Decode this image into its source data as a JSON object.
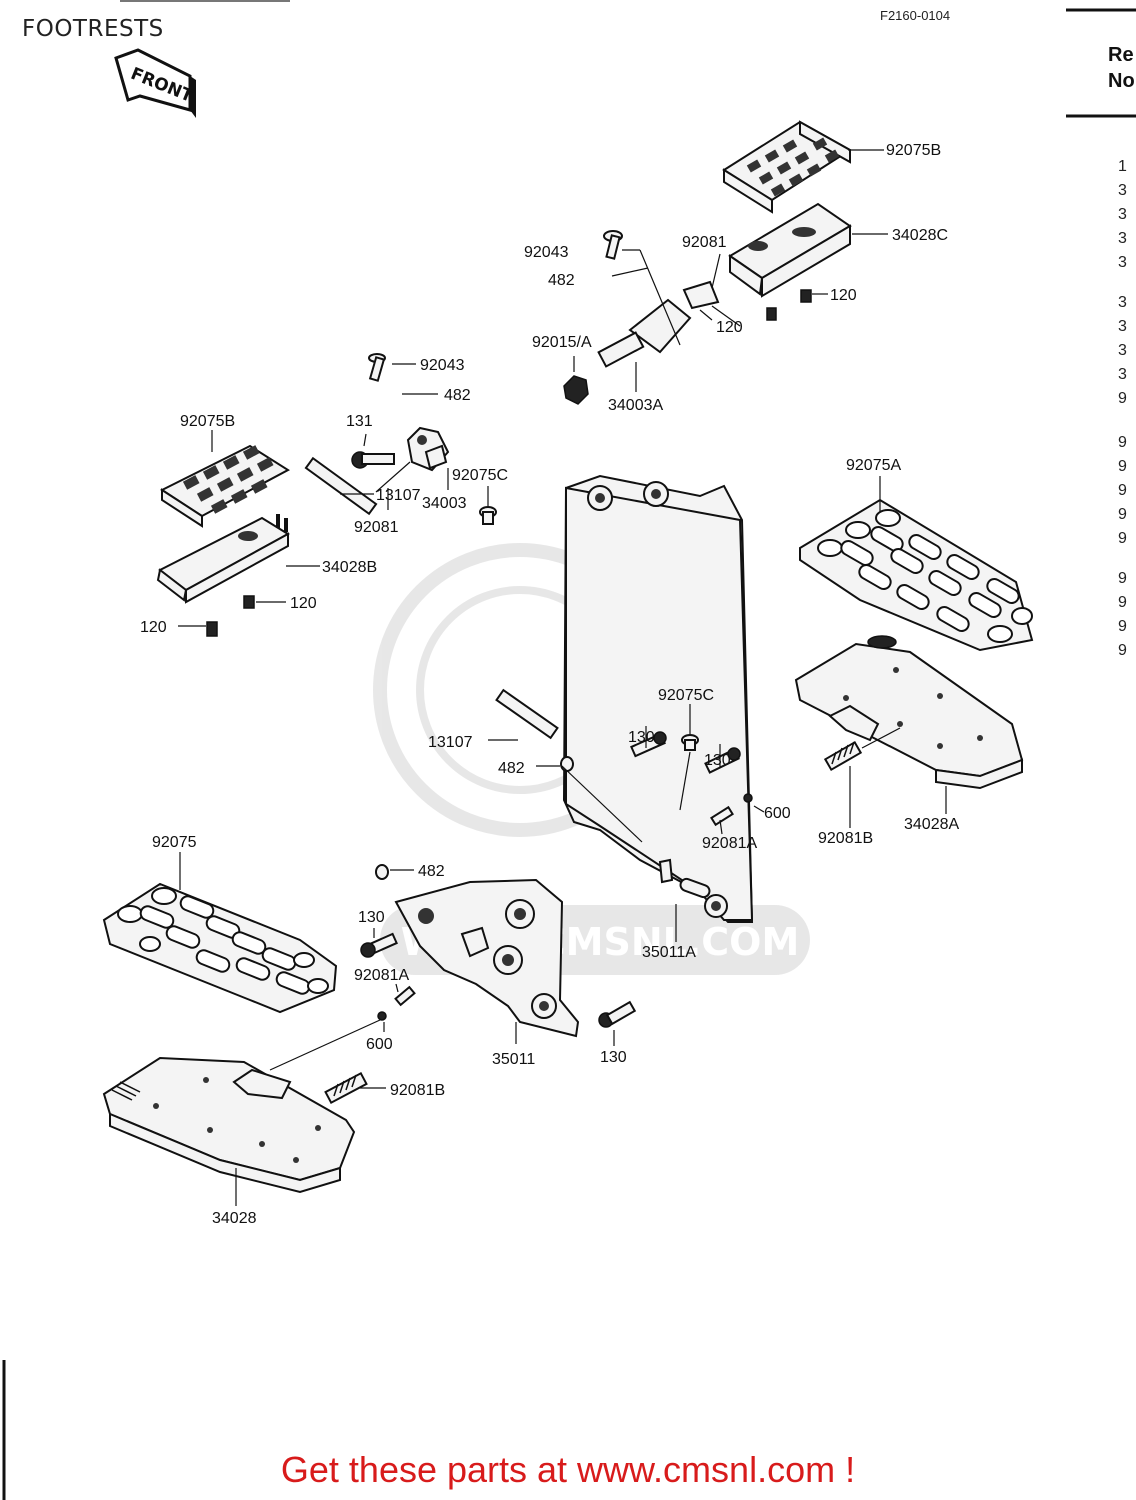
{
  "header": {
    "title": "FOOTRESTS",
    "figure_code": "F2160-0104",
    "front_label": "FRONT"
  },
  "ref_panel": {
    "heading_line1": "Re",
    "heading_line2": "No",
    "rows": [
      "1",
      "3",
      "3",
      "3",
      "3",
      "3",
      "3",
      "3",
      "3",
      "9",
      "9",
      "9",
      "9",
      "9",
      "9",
      "9",
      "9",
      "9",
      "9"
    ]
  },
  "callouts": {
    "p92075B_top": "92075B",
    "p34028C": "34028C",
    "p92043_top": "92043",
    "p92081_top": "92081",
    "p482_top": "482",
    "p120_a": "120",
    "p120_b": "120",
    "p92015A": "92015/A",
    "p34003A": "34003A",
    "p92043_mid": "92043",
    "p482_mid": "482",
    "p131": "131",
    "p92075B_left": "92075B",
    "p34003": "34003",
    "p92081_mid": "92081",
    "p34028B": "34028B",
    "p120_c": "120",
    "p120_d": "120",
    "p92075A": "92075A",
    "p92075C_right": "92075C",
    "p13107_right": "13107",
    "p130_a": "130",
    "p482_right": "482",
    "p130_b": "130",
    "p600_right": "600",
    "p92081A_right": "92081A",
    "p92081B_right": "92081B",
    "p34028A": "34028A",
    "p35011A": "35011A",
    "p13107_left": "13107",
    "p92075C_left": "92075C",
    "p92075": "92075",
    "p482_left": "482",
    "p130_c": "130",
    "p92081A_left": "92081A",
    "p600_left": "600",
    "p35011": "35011",
    "p130_d": "130",
    "p92081B_left": "92081B",
    "p34028": "34028"
  },
  "watermark": "WWW.CMSNL.COM",
  "footer": {
    "link_text": "Get these parts at www.cmsnl.com !",
    "link_color": "#d81b1b"
  }
}
